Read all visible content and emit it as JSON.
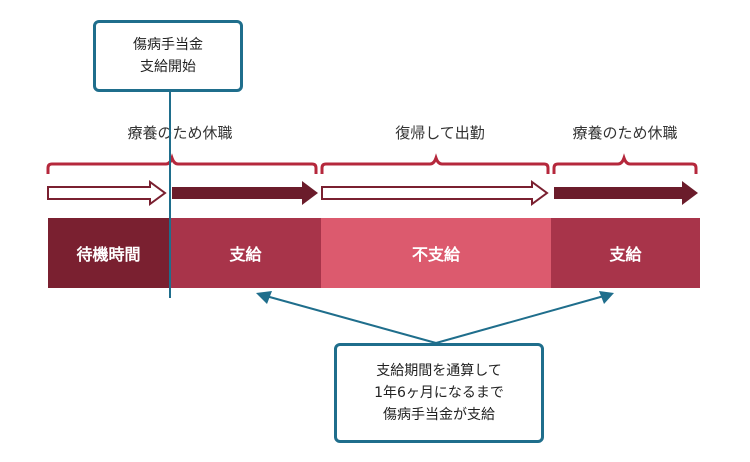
{
  "callout_top": {
    "lines": [
      "傷病手当金",
      "支給開始"
    ]
  },
  "callout_bottom": {
    "lines": [
      "支給期間を通算して",
      "1年6ヶ月になるまで",
      "傷病手当金が支給"
    ]
  },
  "periods": [
    {
      "label": "療養のため休職"
    },
    {
      "label": "復帰して出勤"
    },
    {
      "label": "療養のため休職"
    }
  ],
  "segments": [
    {
      "label": "待機時間",
      "color": "#7a2030"
    },
    {
      "label": "支給",
      "color": "#a8344a"
    },
    {
      "label": "不支給",
      "color": "#dc5a6e"
    },
    {
      "label": "支給",
      "color": "#a8344a"
    }
  ],
  "colors": {
    "bracket": "#b5283c",
    "arrow_dark": "#6b1c2b",
    "callout_border": "#1f6e8c",
    "pointer": "#1f6e8c"
  }
}
